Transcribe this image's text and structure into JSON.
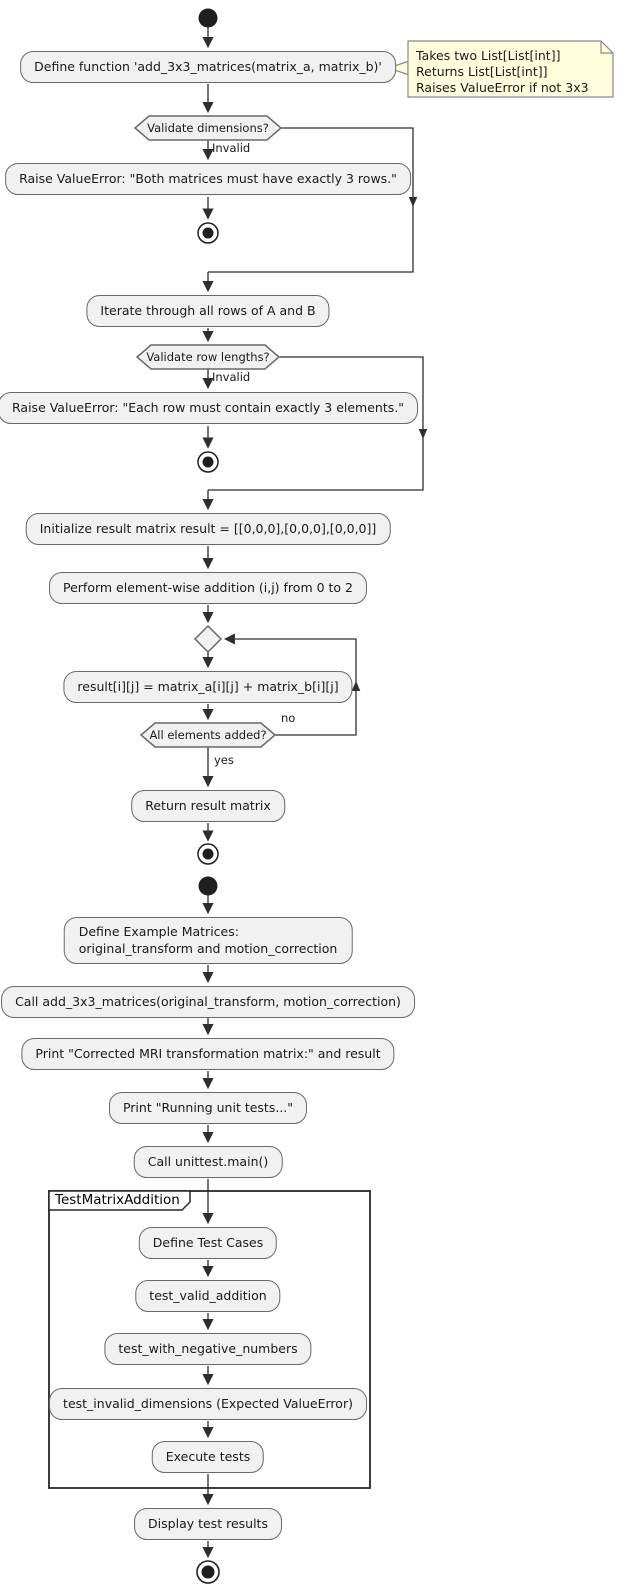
{
  "diagram": {
    "kind": "uml-activity-diagram",
    "background": "#FFFFFF",
    "colors": {
      "activity_fill": "#F1F1F1",
      "activity_border": "#696969",
      "connector_line": "#2E2E2E",
      "text": "#1A1A1A",
      "note_fill": "#FEFEDC",
      "note_border": "#8A8A8A",
      "partition_border": "#262626"
    }
  },
  "nodes": {
    "define_function": "Define function 'add_3x3_matrices(matrix_a, matrix_b)'",
    "raise_rows_error": "Raise ValueError: \"Both matrices must have exactly 3 rows.\"",
    "iterate_rows": "Iterate through all rows of A and B",
    "raise_elements_error": "Raise ValueError: \"Each row must contain exactly 3 elements.\"",
    "initialize_result": "Initialize result matrix result = [[0,0,0],[0,0,0],[0,0,0]]",
    "elementwise_addition": "Perform element-wise addition (i,j) from 0 to 2",
    "assign_sum": "result[i][j] = matrix_a[i][j] + matrix_b[i][j]",
    "return_result": "Return result matrix",
    "define_examples_line1": "Define Example Matrices:",
    "define_examples_line2": "original_transform and motion_correction",
    "call_add": "Call add_3x3_matrices(original_transform, motion_correction)",
    "print_corrected": "Print \"Corrected MRI transformation matrix:\" and result",
    "print_running_tests": "Print \"Running unit tests...\"",
    "call_unittest": "Call unittest.main()",
    "define_test_cases": "Define Test Cases",
    "test_valid_addition": "test_valid_addition",
    "test_with_negative_numbers": "test_with_negative_numbers",
    "test_invalid_dimensions": "test_invalid_dimensions (Expected ValueError)",
    "execute_tests": "Execute tests",
    "display_test_results": "Display test results"
  },
  "decisions": {
    "validate_dimensions": "Validate dimensions?",
    "validate_row_lengths": "Validate row lengths?",
    "all_elements_added": "All elements added?"
  },
  "edge_labels": {
    "invalid_1": "Invalid",
    "invalid_2": "Invalid",
    "no": "no",
    "yes": "yes"
  },
  "note": {
    "lines": [
      "Takes two List[List[int]]",
      "Returns List[List[int]]",
      "Raises ValueError if not 3x3"
    ]
  },
  "partition": {
    "title": "TestMatrixAddition"
  }
}
